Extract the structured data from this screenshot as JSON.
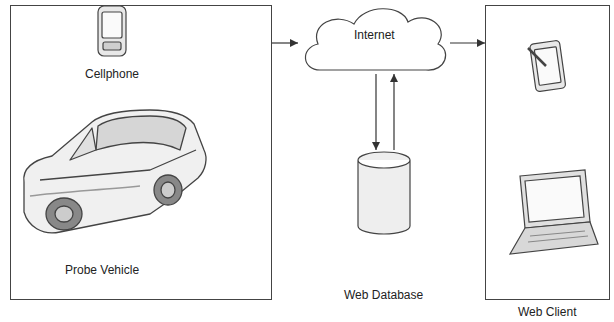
{
  "diagram": {
    "nodes": [
      {
        "text": [
          "Cellphone",
          "Probe Vehicle"
        ]
      },
      {
        "text": [
          "Internet"
        ]
      },
      {
        "text": [
          "Web Database"
        ]
      },
      {
        "text": [
          "Web Client"
        ]
      }
    ],
    "edges": [
      {
        "from": 0,
        "to": 1,
        "arrow": "to"
      },
      {
        "from": 1,
        "to": 3,
        "arrow": "to"
      },
      {
        "from": 1,
        "to": 2,
        "arrow": "to"
      },
      {
        "from": 2,
        "to": 1,
        "arrow": "to"
      }
    ]
  }
}
